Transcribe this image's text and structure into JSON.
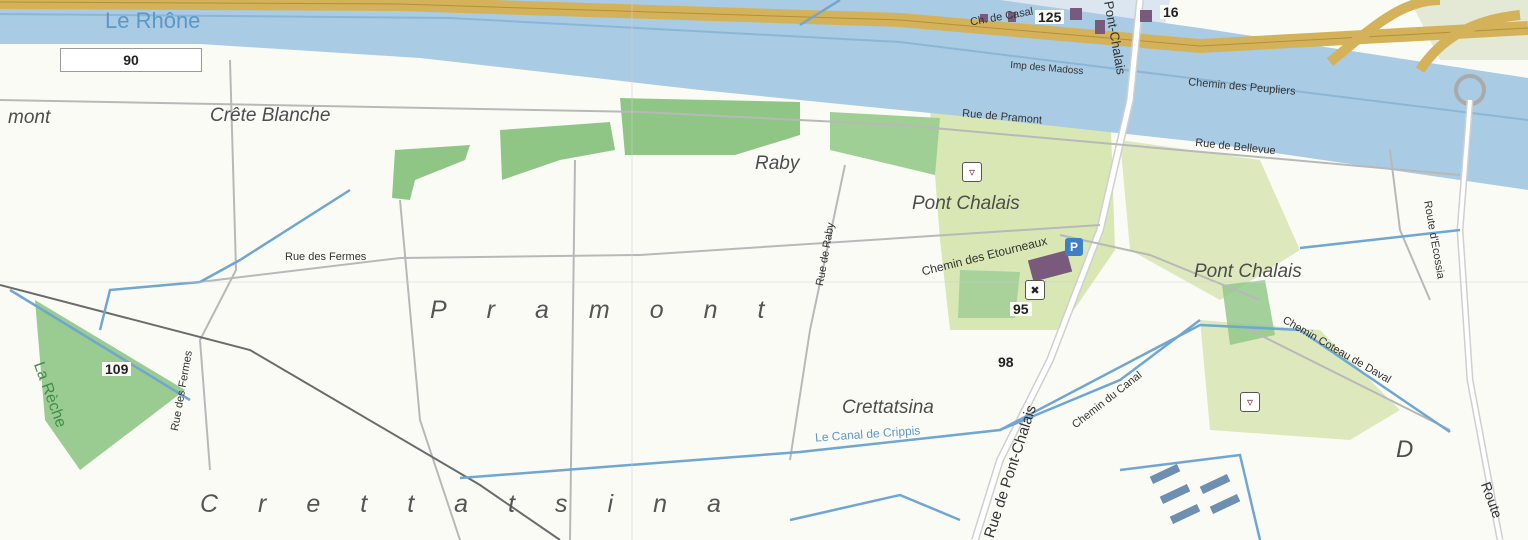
{
  "map": {
    "water": {
      "river": "Le Rhône",
      "canal": "Le Canal de Crippis",
      "stream": "La Rèche"
    },
    "places": {
      "pramont_partial": "mont",
      "crete_blanche": "Crête Blanche",
      "raby": "Raby",
      "pont_chalais_upper": "Pont Chalais",
      "pont_chalais_right": "Pont Chalais",
      "crettatsina": "Crettatsina",
      "d_letter": "D"
    },
    "regions": {
      "pramont": "Pramont",
      "crettatsina": "Crettatsina"
    },
    "roads": {
      "rue_des_fermes_h": "Rue des Fermes",
      "rue_des_fermes_v": "Rue des Fermes",
      "rue_de_raby": "Rue de Raby",
      "rue_de_pramont": "Rue de Pramont",
      "rue_de_bellevue": "Rue de Bellevue",
      "chemin_des_etourneaux": "Chemin des Etourneaux",
      "chemin_des_peupliers": "Chemin des Peupliers",
      "imp_des_madoss": "Imp des Madoss",
      "ch_de_casal": "Ch. de Casal",
      "route_pont_chalais_top": "Pont-Chalais",
      "route_pont_chalais_bottom": "Rue de Pont-Chalais",
      "chemin_du_canal": "Chemin du Canal",
      "chemin_coteau": "Chemin Coteau de Daval",
      "route_d_ecossia": "Route d'Ecossia",
      "route_right": "Route"
    },
    "heights": {
      "h90": "90",
      "h109": "109",
      "h125": "125",
      "h16": "16",
      "h95": "95",
      "h98": "98"
    },
    "symbols": {
      "church_icon": "church-icon",
      "school_icon": "school-icon",
      "parking_icon": "parking-icon",
      "parking_letter": "P"
    },
    "colors": {
      "river": "#a9cbe3",
      "motorway": "#d4b25a",
      "forest": "#8fc686",
      "urban": "#d8e7b3",
      "canal": "#6fa6d3",
      "background": "#fbfbf6"
    }
  }
}
